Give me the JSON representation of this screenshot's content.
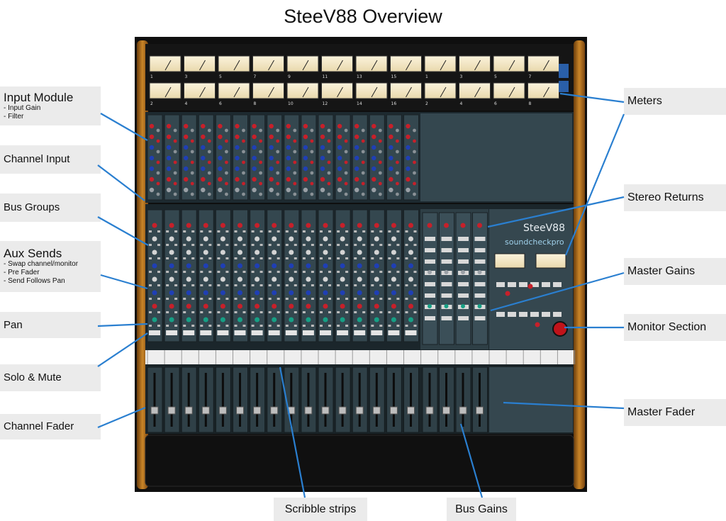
{
  "title": "SteeV88 Overview",
  "console": {
    "brand": "SteeV88",
    "sub_brand": "soundcheckpro",
    "meter_labels_top": [
      "1",
      "3",
      "5",
      "7",
      "9",
      "11",
      "13",
      "15",
      "1",
      "3",
      "5",
      "7"
    ],
    "meter_labels_bottom": [
      "2",
      "4",
      "6",
      "8",
      "10",
      "12",
      "14",
      "16",
      "2",
      "4",
      "6",
      "8"
    ]
  },
  "left_labels": [
    {
      "title": "Input Module",
      "subs": [
        "- Input Gain",
        "- Filter"
      ]
    },
    {
      "title": "Channel Input",
      "subs": []
    },
    {
      "title": "Bus Groups",
      "subs": []
    },
    {
      "title": "Aux Sends",
      "subs": [
        "- Swap channel/monitor",
        "- Pre Fader",
        "- Send Follows Pan"
      ]
    },
    {
      "title": "Pan",
      "subs": []
    },
    {
      "title": "Solo & Mute",
      "subs": []
    },
    {
      "title": "Channel Fader",
      "subs": []
    }
  ],
  "right_labels": [
    {
      "title": "Meters"
    },
    {
      "title": "Stereo Returns"
    },
    {
      "title": "Master Gains"
    },
    {
      "title": "Monitor Section"
    },
    {
      "title": "Master Fader"
    }
  ],
  "bottom_labels": [
    {
      "title": "Scribble strips"
    },
    {
      "title": "Bus Gains"
    }
  ],
  "colors": {
    "line": "#2a7fd0",
    "label_bg": "#ebebeb",
    "wood": "#b8741e",
    "panel": "#35474f",
    "frame": "#121212"
  }
}
